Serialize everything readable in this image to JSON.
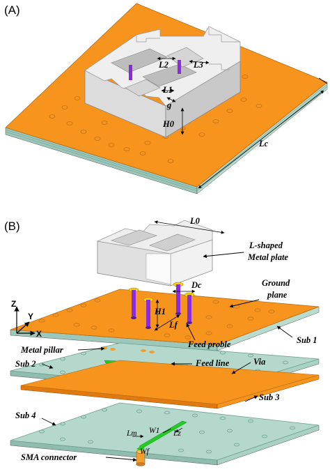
{
  "panels": {
    "a": {
      "label": "(A)"
    },
    "b": {
      "label": "(B)"
    }
  },
  "dimensions": {
    "l2": "L2",
    "l3": "L3",
    "l1": "L1",
    "g": "g",
    "h0": "H0",
    "lc": "Lc",
    "l0": "L0",
    "dc": "Dc",
    "h1": "H1",
    "lf": "Lf",
    "w1": "W1",
    "lm": "Lm",
    "lz": "Lz",
    "wf": "Wf"
  },
  "callouts": {
    "l_shaped_plate": [
      "L-shaped",
      "Metal plate"
    ],
    "ground_plane": [
      "Ground",
      "plane"
    ],
    "sub1": "Sub 1",
    "feed_proble": "Feed proble",
    "metal_pillar": "Metal pillar",
    "sub2": "Sub 2",
    "feed_line": "Feed line",
    "via": "Via",
    "sub3": "Sub 3",
    "sub4": "Sub 4",
    "sma_connector": "SMA connector"
  },
  "axes": {
    "z": "Z",
    "y": "Y",
    "x": "X"
  },
  "colors": {
    "orange": "#f7941d",
    "substrate": "#a7cfc3",
    "metal": "#e6e6e6",
    "pillar": "#8a2be2",
    "feedline": "#22cc22",
    "sma": "#f0a030"
  }
}
